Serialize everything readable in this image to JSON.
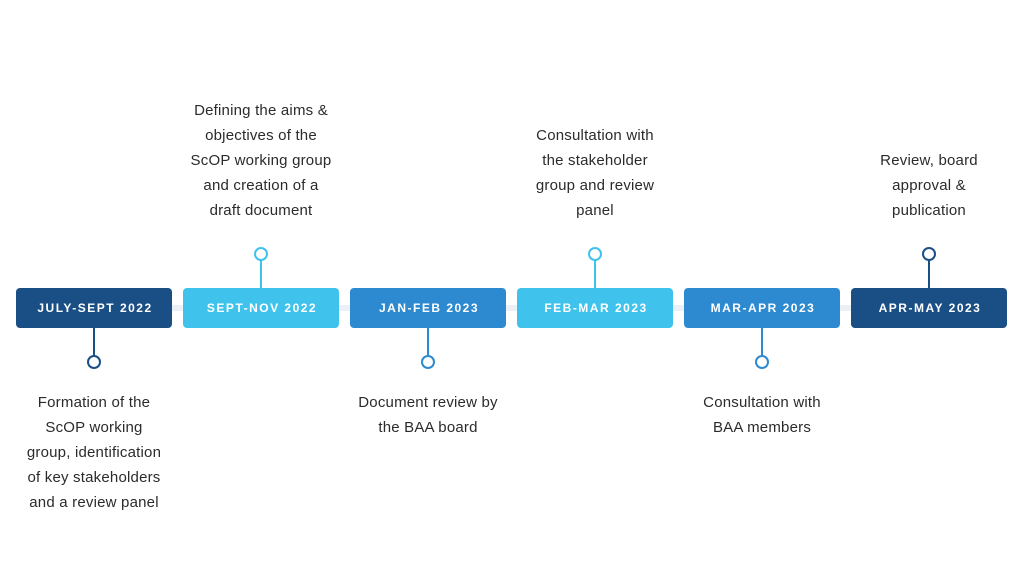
{
  "colors": {
    "dark_navy": "#1a4f86",
    "light_cyan": "#3fc3ec",
    "mid_blue": "#2d8ad0",
    "track": "#eaf0f5",
    "text": "#2b2b2b"
  },
  "stages": [
    {
      "date": "JULY-SEPT 2022",
      "label_position": "below",
      "color": "#1a4f86",
      "description_lines": [
        "Formation of the",
        "ScOP working",
        "group, identification",
        "of key stakeholders",
        "and a review panel"
      ]
    },
    {
      "date": "SEPT-NOV 2022",
      "label_position": "above",
      "color": "#3fc3ec",
      "description_lines": [
        "Defining the aims &",
        "objectives of the",
        "ScOP working group",
        "and creation of a",
        "draft document"
      ]
    },
    {
      "date": "JAN-FEB 2023",
      "label_position": "below",
      "color": "#2d8ad0",
      "description_lines": [
        "Document review by",
        "the BAA board"
      ]
    },
    {
      "date": "FEB-MAR 2023",
      "label_position": "above",
      "color": "#3fc3ec",
      "description_lines": [
        "Consultation with",
        "the stakeholder",
        "group and review",
        "panel"
      ]
    },
    {
      "date": "MAR-APR 2023",
      "label_position": "below",
      "color": "#2d8ad0",
      "description_lines": [
        "Consultation with",
        "BAA members"
      ]
    },
    {
      "date": "APR-MAY 2023",
      "label_position": "above",
      "color": "#1a4f86",
      "description_lines": [
        "Review, board",
        "approval &",
        "publication"
      ]
    }
  ]
}
